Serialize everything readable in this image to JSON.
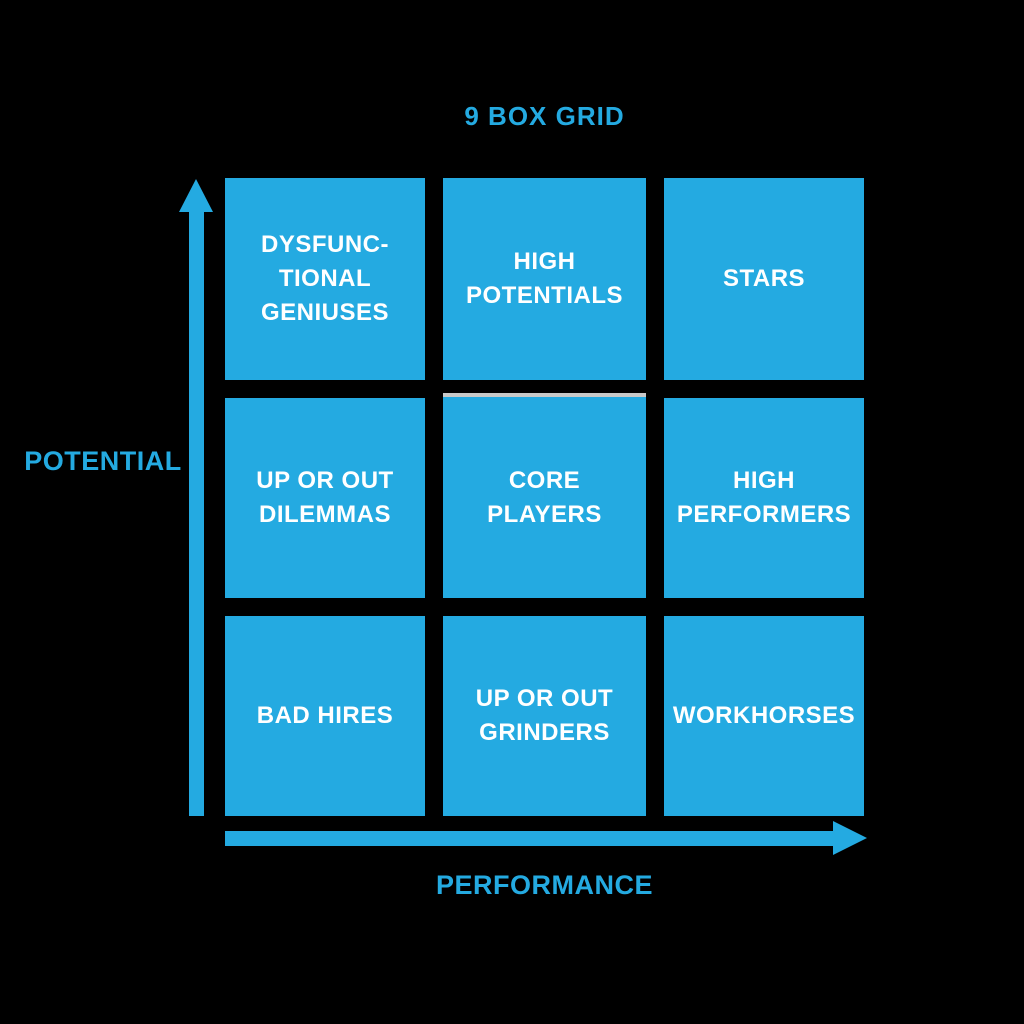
{
  "title": "9 BOX GRID",
  "axes": {
    "y": {
      "label": "POTENTIAL"
    },
    "x": {
      "label": "PERFORMANCE"
    }
  },
  "grid": {
    "rows": [
      {
        "cells": [
          {
            "name": "dysfunctional-geniuses",
            "lines": [
              "DYSFUNC-",
              "TIONAL",
              "GENIUSES"
            ]
          },
          {
            "name": "high-potentials",
            "lines": [
              "HIGH",
              "POTENTIALS"
            ]
          },
          {
            "name": "stars",
            "lines": [
              "STARS"
            ]
          }
        ]
      },
      {
        "cells": [
          {
            "name": "up-or-out-dilemmas",
            "lines": [
              "UP OR OUT",
              "DILEMMAS"
            ]
          },
          {
            "name": "core-players",
            "lines": [
              "CORE PLAYERS"
            ],
            "top_accent": true
          },
          {
            "name": "high-performers",
            "lines": [
              "HIGH",
              "PERFORMERS"
            ]
          }
        ]
      },
      {
        "cells": [
          {
            "name": "bad-hires",
            "lines": [
              "BAD HIRES"
            ]
          },
          {
            "name": "up-or-out-grinders",
            "lines": [
              "UP OR OUT",
              "GRINDERS"
            ]
          },
          {
            "name": "workhorses",
            "lines": [
              "WORKHORSES"
            ]
          }
        ]
      }
    ]
  },
  "colors": {
    "accent_blue": "#24AAE1",
    "cell_fill": "#24AAE1",
    "cell_text": "#FFFFFF",
    "background": "#000000",
    "core_players_top_bar": "#C9C9C9"
  }
}
